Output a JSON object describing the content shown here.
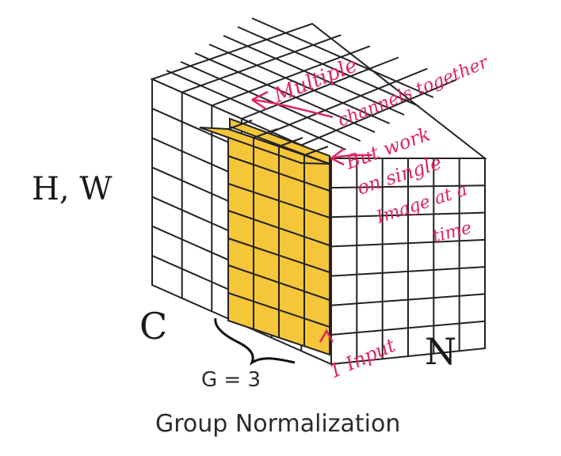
{
  "labels": {
    "hw": "H, W",
    "c": "C",
    "n": "N",
    "group": "G = 3",
    "caption": "Group Normalization"
  },
  "annotations": {
    "top": [
      "Multiple",
      "channels together"
    ],
    "middle": [
      "But work",
      "on single",
      "Image at a",
      "time"
    ],
    "bottom": "1 Input"
  },
  "colors": {
    "highlight": "#f5c53a",
    "grid_line": "#222222",
    "annotation": "#e0245e"
  }
}
